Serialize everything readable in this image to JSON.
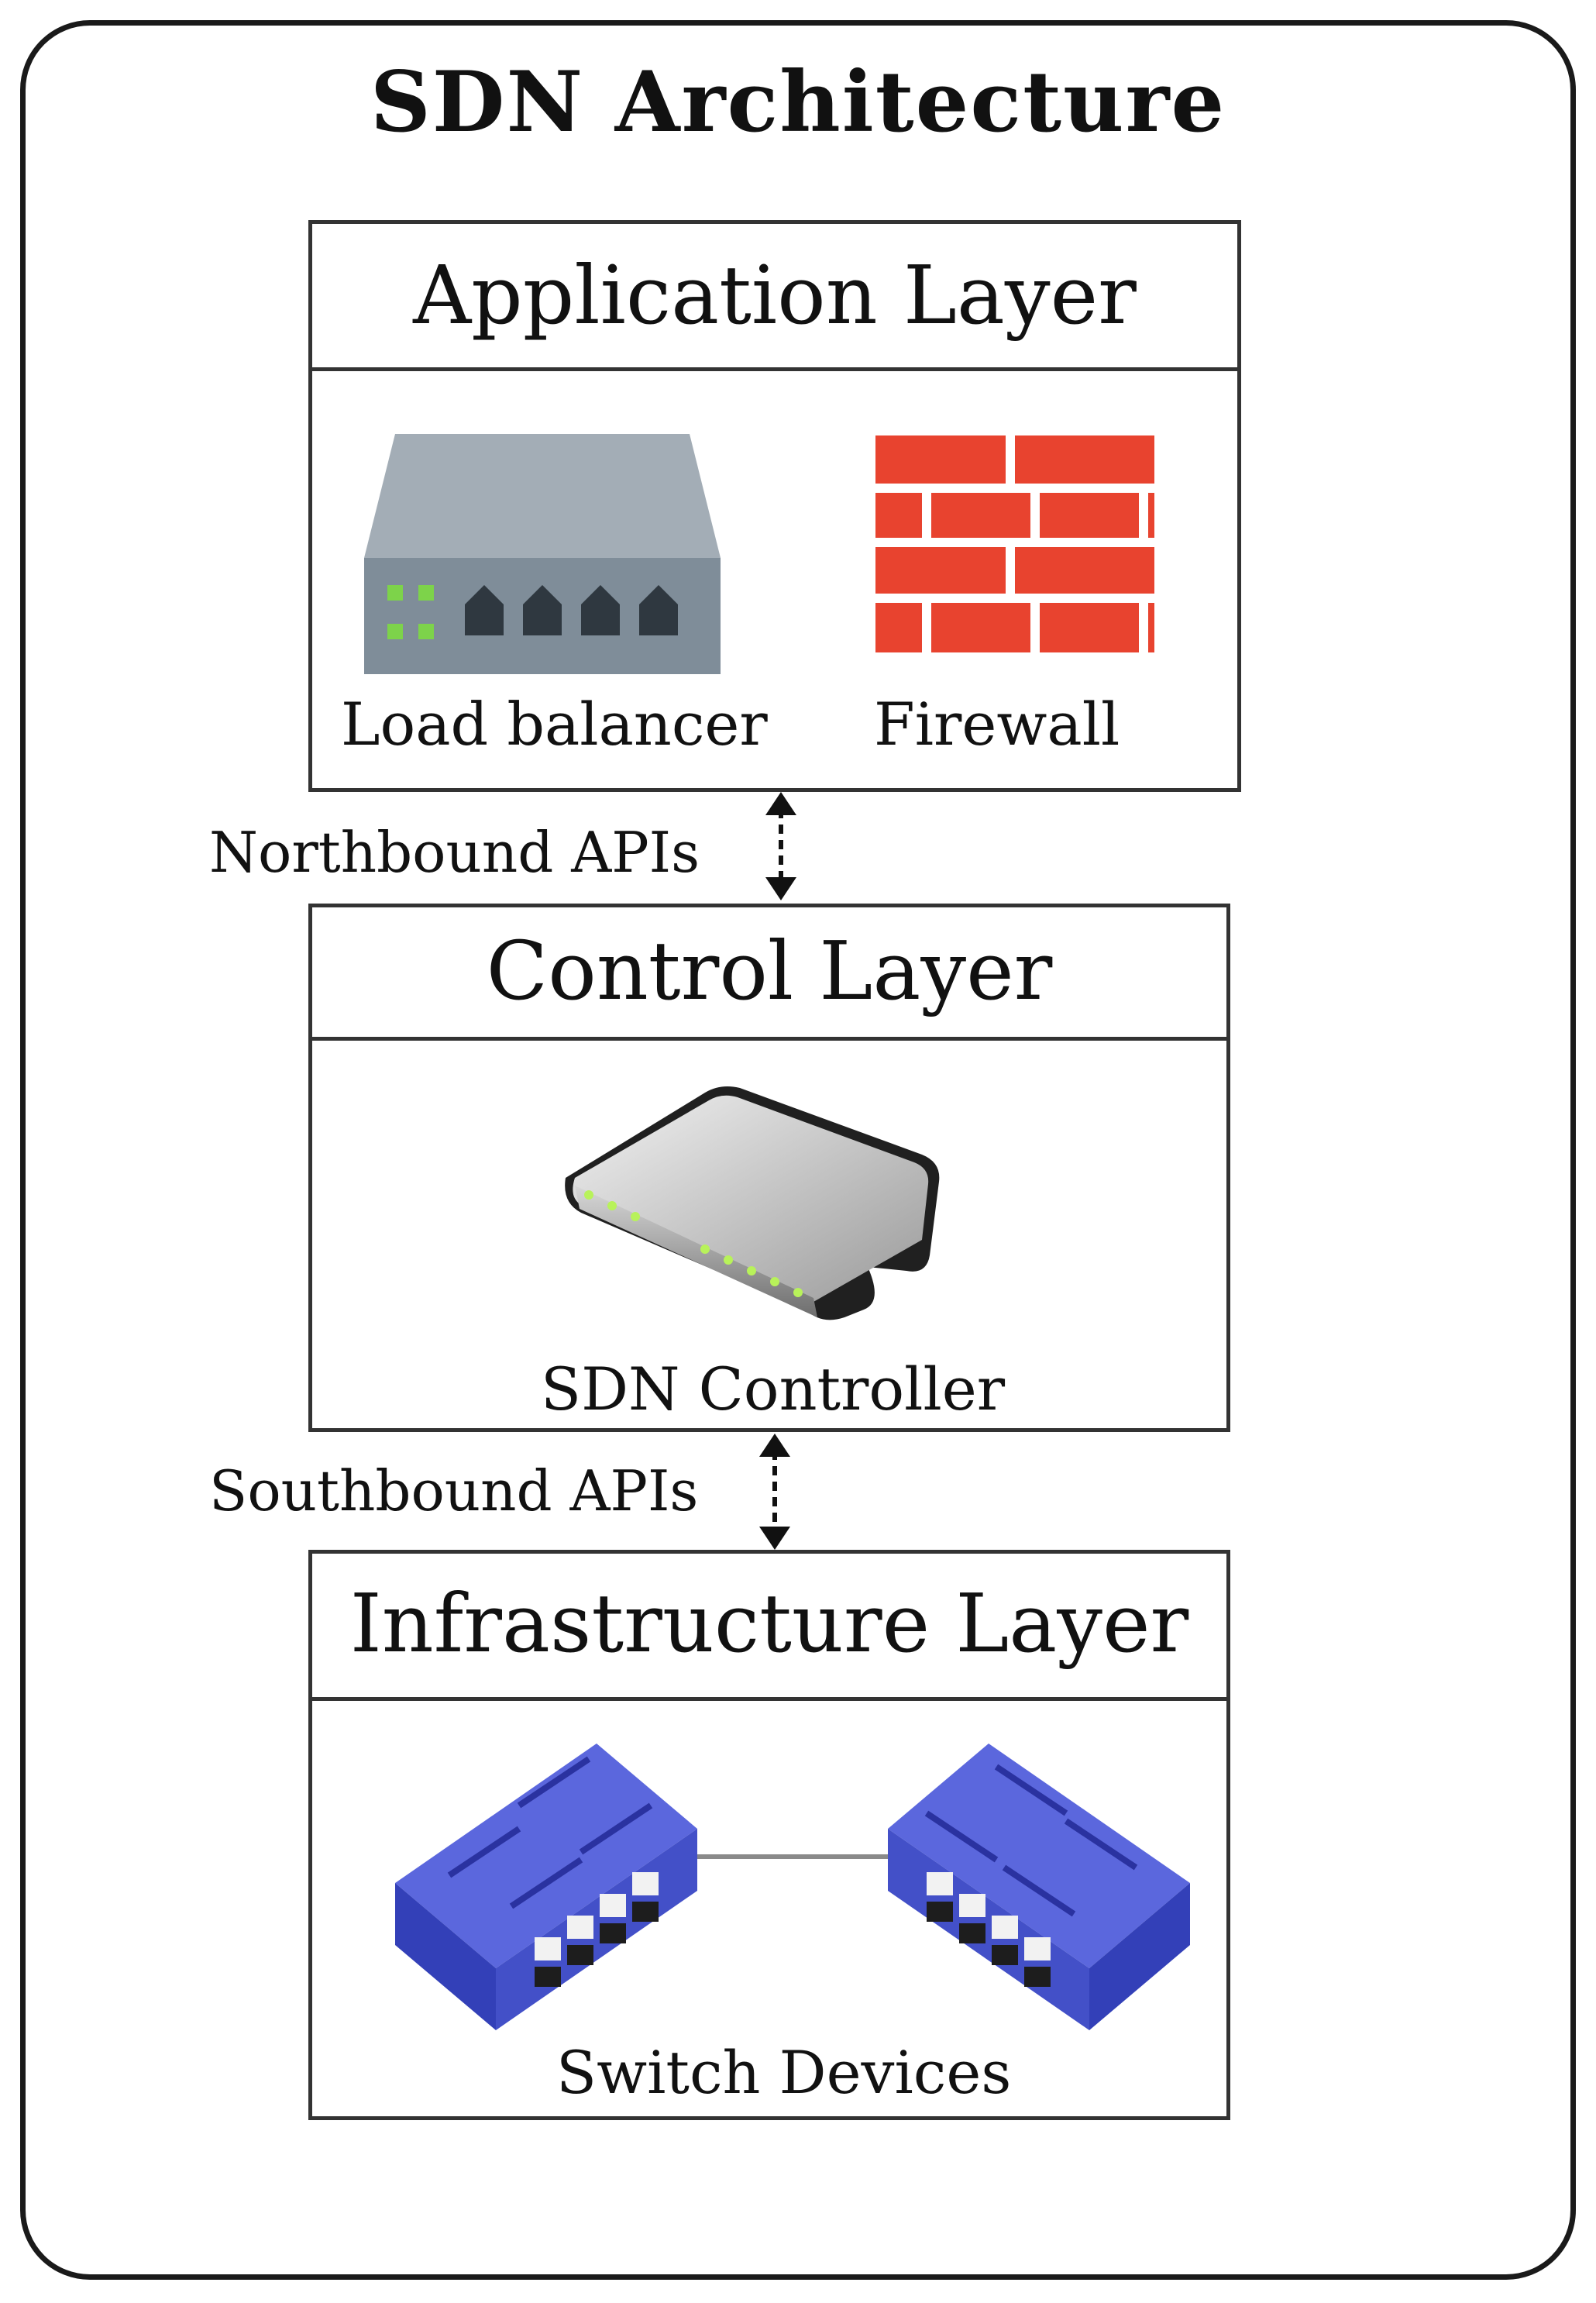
{
  "title": "SDN Architecture",
  "layers": {
    "application": {
      "heading": "Application Layer",
      "items": [
        "Load balancer",
        "Firewall"
      ],
      "icons": [
        "load-balancer-icon",
        "firewall-icon"
      ]
    },
    "control": {
      "heading": "Control Layer",
      "items": [
        "SDN Controller"
      ],
      "icons": [
        "sdn-controller-icon"
      ]
    },
    "infrastructure": {
      "heading": "Infrastructure Layer",
      "items": [
        "Switch Devices"
      ],
      "icons": [
        "switch-icon",
        "switch-icon"
      ]
    }
  },
  "apis": {
    "northbound": "Northbound APIs",
    "southbound": "Southbound APIs"
  },
  "colors": {
    "firewall": "#e8432f",
    "load_balancer": "#8d9aa5",
    "switch": "#4f5bd5"
  }
}
